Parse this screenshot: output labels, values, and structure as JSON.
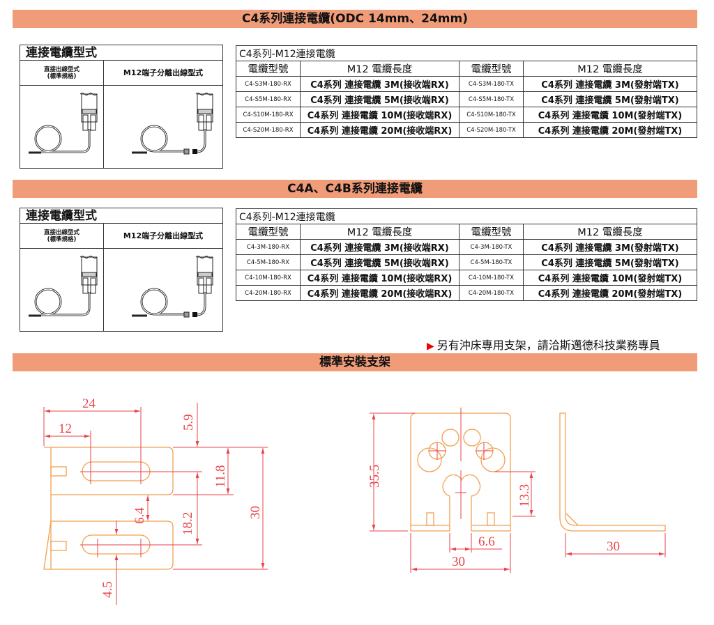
{
  "sections": [
    {
      "title": "C4系列連接電纜(ODC 14mm、24mm)",
      "types": {
        "title": "連接電纜型式",
        "col1": "直接出線型式",
        "col1_sub": "(標準規格)",
        "col2": "M12端子分離出線型式"
      },
      "table": {
        "caption": "C4系列-M12連接電纜",
        "headers": [
          "電纜型號",
          "M12 電纜長度",
          "電纜型號",
          "M12 電纜長度"
        ],
        "rows": [
          [
            "C4-S3M-180-RX",
            "C4系列 連接電纜 3M(接收端RX)",
            "C4-S3M-180-TX",
            "C4系列 連接電纜 3M(發射端TX)"
          ],
          [
            "C4-S5M-180-RX",
            "C4系列 連接電纜 5M(接收端RX)",
            "C4-S5M-180-TX",
            "C4系列 連接電纜 5M(發射端TX)"
          ],
          [
            "C4-S10M-180-RX",
            "C4系列 連接電纜 10M(接收端RX)",
            "C4-S10M-180-TX",
            "C4系列 連接電纜 10M(發射端TX)"
          ],
          [
            "C4-S20M-180-RX",
            "C4系列 連接電纜 20M(接收端RX)",
            "C4-S20M-180-TX",
            "C4系列 連接電纜 20M(發射端TX)"
          ]
        ]
      }
    },
    {
      "title": "C4A、C4B系列連接電纜",
      "types": {
        "title": "連接電纜型式",
        "col1": "直接出線型式",
        "col1_sub": "(標準規格)",
        "col2": "M12端子分離出線型式"
      },
      "table": {
        "caption": "C4系列-M12連接電纜",
        "headers": [
          "電纜型號",
          "M12 電纜長度",
          "電纜型號",
          "M12 電纜長度"
        ],
        "rows": [
          [
            "C4-3M-180-RX",
            "C4系列 連接電纜 3M(接收端RX)",
            "C4-3M-180-TX",
            "C4系列 連接電纜 3M(發射端TX)"
          ],
          [
            "C4-5M-180-RX",
            "C4系列 連接電纜 5M(接收端RX)",
            "C4-5M-180-TX",
            "C4系列 連接電纜 5M(發射端TX)"
          ],
          [
            "C4-10M-180-RX",
            "C4系列 連接電纜 10M(接收端RX)",
            "C4-10M-180-TX",
            "C4系列 連接電纜 10M(發射端TX)"
          ],
          [
            "C4-20M-180-RX",
            "C4系列 連接電纜 20M(接收端RX)",
            "C4-20M-180-TX",
            "C4系列 連接電纜 20M(發射端TX)"
          ]
        ]
      }
    }
  ],
  "note": "另有沖床專用支架，請洽斯邁德科技業務專員",
  "bracket": {
    "title": "標準安裝支架",
    "dims_top": {
      "w24": "24",
      "w12": "12",
      "d59": "5.9",
      "d118": "11.8",
      "d30": "30",
      "d182": "18.2",
      "d64": "6.4",
      "d45": "4.5"
    },
    "dims_front": {
      "h355": "35.5",
      "h133": "13.3",
      "w30": "30",
      "w66": "6.6"
    },
    "dims_side": {
      "w30": "30"
    }
  },
  "colors": {
    "bar": "#f19c79",
    "part": "#f0a050",
    "dimension": "#e8434a"
  }
}
